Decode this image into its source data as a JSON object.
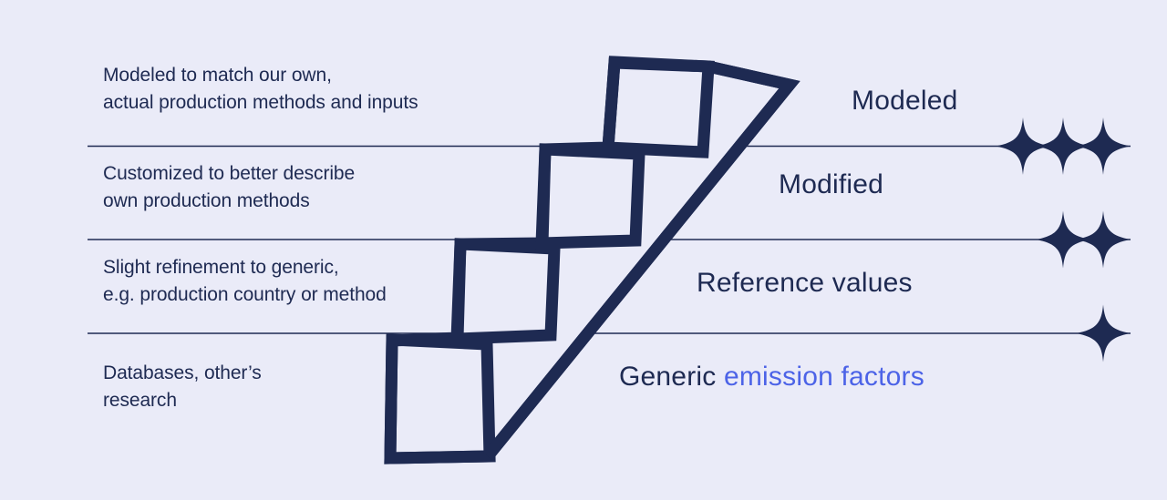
{
  "colors": {
    "background": "#EAEBF8",
    "ink_navy": "#1E2A52",
    "accent_blue": "#4C63E7"
  },
  "diagram": {
    "kind": "emission-factor-quality-staircase",
    "rows": [
      {
        "description_line1": "Modeled to match our own,",
        "description_line2": "actual production methods and inputs",
        "label": "Modeled",
        "stars_on_divider_below": 3
      },
      {
        "description_line1": "Customized to better describe",
        "description_line2": "own production methods",
        "label": "Modified",
        "stars_on_divider_below": 2
      },
      {
        "description_line1": "Slight refinement to generic,",
        "description_line2": "e.g. production country or method",
        "label": "Reference values",
        "stars_on_divider_below": 1
      },
      {
        "description_line1": "Databases, other’s",
        "description_line2": "research",
        "label_prefix": "Generic ",
        "label_highlight": "emission factors",
        "stars_on_divider_below": 0
      }
    ]
  }
}
